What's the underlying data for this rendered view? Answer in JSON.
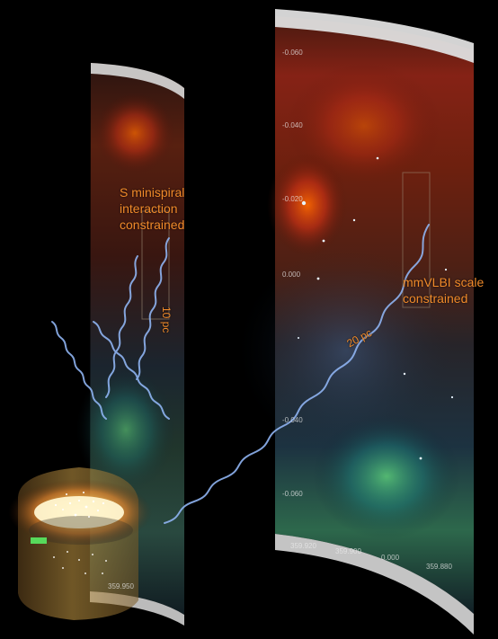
{
  "labels": {
    "s_minispiral_line1": "S minispiral",
    "s_minispiral_line2": "interaction",
    "s_minispiral_line3": "constrained",
    "mmvlbi_line1": "mmVLBI scale",
    "mmvlbi_line2": "constrained",
    "scale_small": "10 pc",
    "scale_large": "20 pc"
  },
  "right_panel_ticks": [
    "-0.060",
    "-0.040",
    "-0.020",
    "0.000",
    "-0.040",
    "-0.060"
  ],
  "left_panel_tick": "359.950",
  "right_panel_bottom_ticks": [
    "359.920",
    "359.900",
    "0.000",
    "359.880"
  ],
  "colors": {
    "label_orange": "#f08a2a",
    "helix_blue": "#8fb4f2",
    "panel_edge": "#d8d8d8"
  }
}
